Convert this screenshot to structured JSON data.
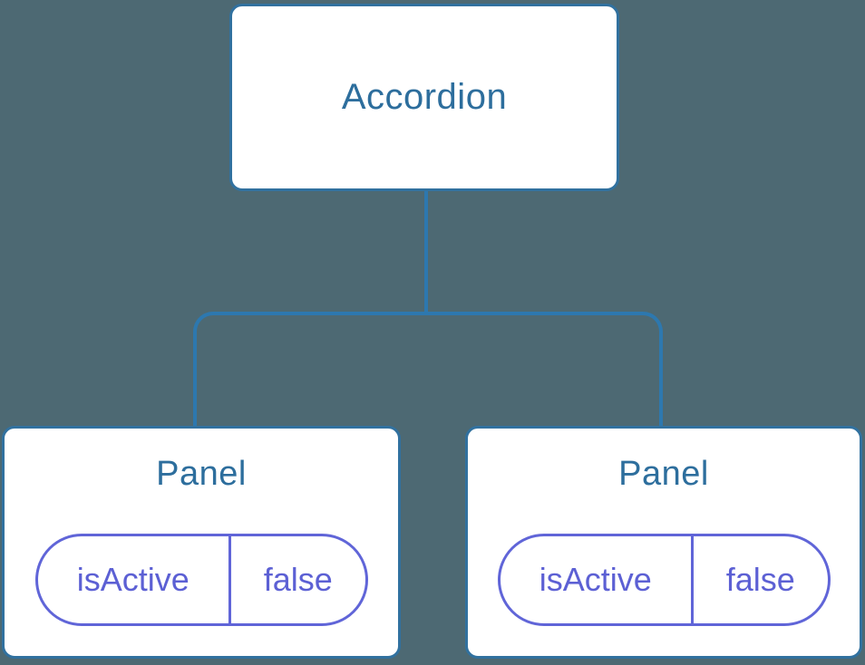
{
  "diagram": {
    "root": {
      "label": "Accordion"
    },
    "children": [
      {
        "label": "Panel",
        "state": {
          "key": "isActive",
          "value": "false"
        }
      },
      {
        "label": "Panel",
        "state": {
          "key": "isActive",
          "value": "false"
        }
      }
    ],
    "colors": {
      "background": "#4d6973",
      "node_bg": "#ffffff",
      "node_border": "#31719f",
      "node_text": "#2d6e9d",
      "connector": "#2d78af",
      "state_border": "#6065d8",
      "state_text": "#5c60d4"
    }
  }
}
